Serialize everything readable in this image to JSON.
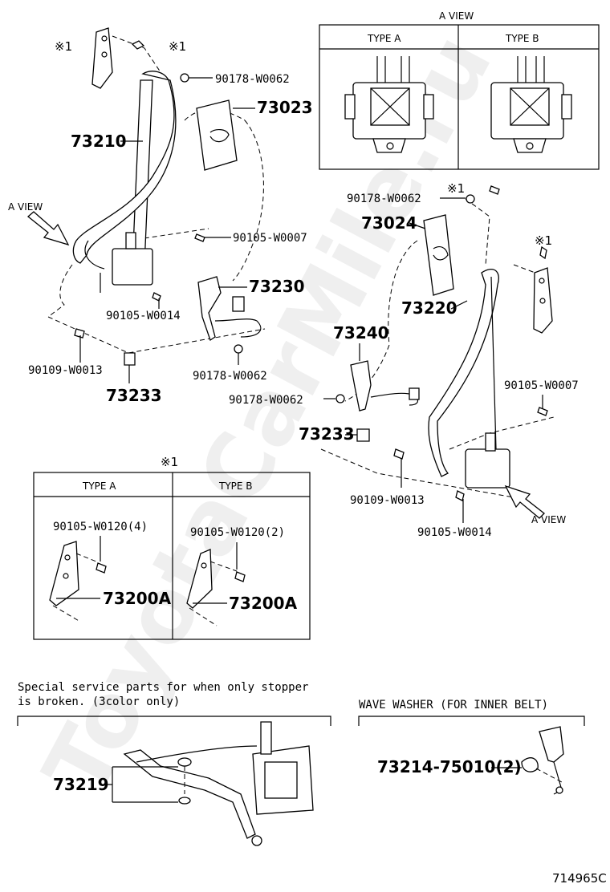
{
  "a_view_box": {
    "title": "A VIEW",
    "col_a": "TYPE A",
    "col_b": "TYPE B"
  },
  "note_box": {
    "title": "※1",
    "col_a": "TYPE A",
    "col_b": "TYPE B",
    "a_bolt": "90105-W0120(4)",
    "a_part": "73200A",
    "b_bolt": "90105-W0120(2)",
    "b_part": "73200A"
  },
  "callouts": {
    "mark_1a": "※1",
    "mark_1b": "※1",
    "mark_1c": "※1",
    "mark_1d": "※1",
    "p_90178_a": "90178-W0062",
    "p_73023": "73023",
    "p_73210": "73210",
    "p_90105_w0007_a": "90105-W0007",
    "p_73230": "73230",
    "p_90105_w0014_a": "90105-W0014",
    "p_90109_a": "90109-W0013",
    "p_90178_b": "90178-W0062",
    "p_73233_a": "73233",
    "a_view_left": "A VIEW",
    "p_90178_c": "90178-W0062",
    "p_73024": "73024",
    "p_73220": "73220",
    "p_73240": "73240",
    "p_90178_d": "90178-W0062",
    "p_73233_b": "73233",
    "p_90105_w0007_b": "90105-W0007",
    "p_90109_b": "90109-W0013",
    "p_90105_w0014_b": "90105-W0014",
    "a_view_right": "A VIEW"
  },
  "bottom_left": {
    "note_line1": "Special service parts for when only stopper",
    "note_line2": " is broken. (3color only)",
    "part": "73219"
  },
  "bottom_right": {
    "title": "WAVE WASHER (FOR INNER BELT)",
    "part": "73214-75010(2)"
  },
  "watermark": "ToyotaCarMile.ru",
  "diagram_code": "714965C"
}
